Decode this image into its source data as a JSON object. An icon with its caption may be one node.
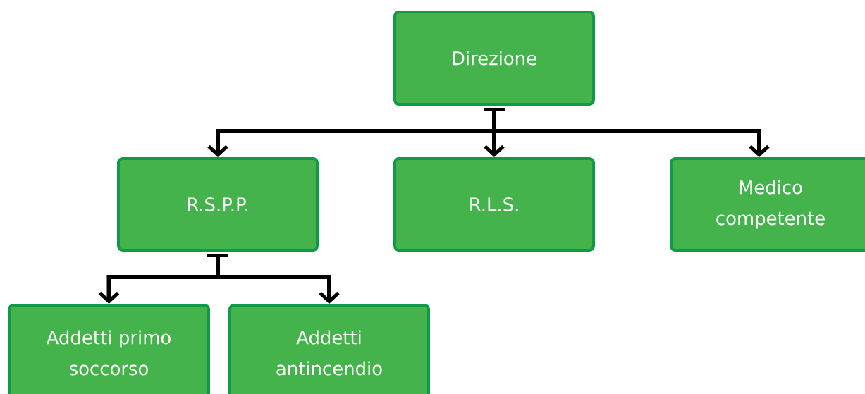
{
  "diagram": {
    "nodes": [
      {
        "text": [
          "Direzione"
        ]
      },
      {
        "text": [
          "R.S.P.P."
        ]
      },
      {
        "text": [
          "R.L.S."
        ]
      },
      {
        "text": [
          "Medico competente"
        ]
      },
      {
        "text": [
          "Addetti primo soccorso"
        ]
      },
      {
        "text": [
          "Addetti antincendio"
        ]
      }
    ],
    "edges": [
      {
        "from": 0,
        "to": 1,
        "arrow": "to"
      },
      {
        "from": 0,
        "to": 2,
        "arrow": "to"
      },
      {
        "from": 0,
        "to": 3,
        "arrow": "to"
      },
      {
        "from": 1,
        "to": 4,
        "arrow": "to"
      },
      {
        "from": 1,
        "to": 5,
        "arrow": "to"
      }
    ]
  }
}
